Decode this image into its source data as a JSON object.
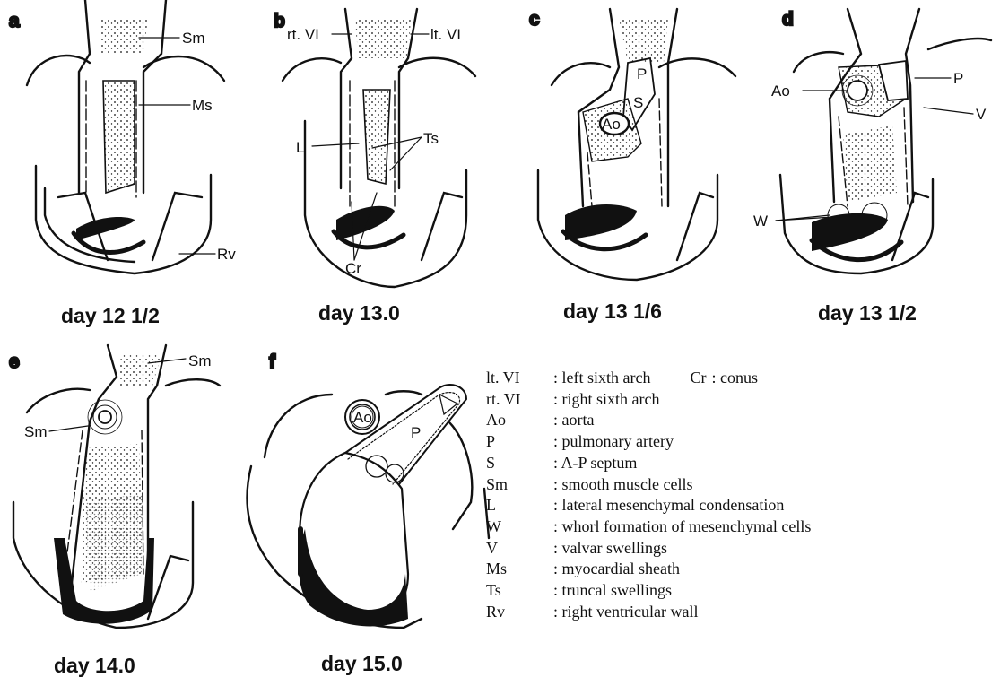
{
  "panels": [
    {
      "letter": "a",
      "caption": "day 12 1/2",
      "labels": {
        "sm": "Sm",
        "ms": "Ms",
        "rv": "Rv"
      }
    },
    {
      "letter": "b",
      "caption": "day 13.0",
      "labels": {
        "rt": "rt. VI",
        "lt": "lt. VI",
        "l": "L",
        "ts": "Ts",
        "cr": "Cr"
      }
    },
    {
      "letter": "c",
      "caption": "day 13 1/6",
      "labels": {
        "p": "P",
        "s": "S",
        "ao": "Ao"
      }
    },
    {
      "letter": "d",
      "caption": "day 13 1/2",
      "labels": {
        "ao": "Ao",
        "p": "P",
        "v": "V",
        "w": "W"
      }
    },
    {
      "letter": "e",
      "caption": "day 14.0",
      "labels": {
        "sm1": "Sm",
        "sm2": "Sm"
      }
    },
    {
      "letter": "f",
      "caption": "day 15.0",
      "labels": {
        "ao": "Ao",
        "p": "P"
      }
    }
  ],
  "legend": [
    {
      "abbr": "lt. VI",
      "text": ": left sixth arch",
      "abbr2": "Cr",
      "text2": ": conus"
    },
    {
      "abbr": "rt. VI",
      "text": ": right sixth arch"
    },
    {
      "abbr": "Ao",
      "text": ": aorta"
    },
    {
      "abbr": "P",
      "text": ": pulmonary artery"
    },
    {
      "abbr": "S",
      "text": ": A-P septum"
    },
    {
      "abbr": "Sm",
      "text": ": smooth muscle cells"
    },
    {
      "abbr": "L",
      "text": ": lateral mesenchymal condensation"
    },
    {
      "abbr": "W",
      "text": ": whorl formation of mesenchymal cells"
    },
    {
      "abbr": "V",
      "text": ": valvar swellings"
    },
    {
      "abbr": "Ms",
      "text": ": myocardial sheath"
    },
    {
      "abbr": "Ts",
      "text": ": truncal swellings"
    },
    {
      "abbr": "Rv",
      "text": ": right ventricular wall"
    }
  ]
}
